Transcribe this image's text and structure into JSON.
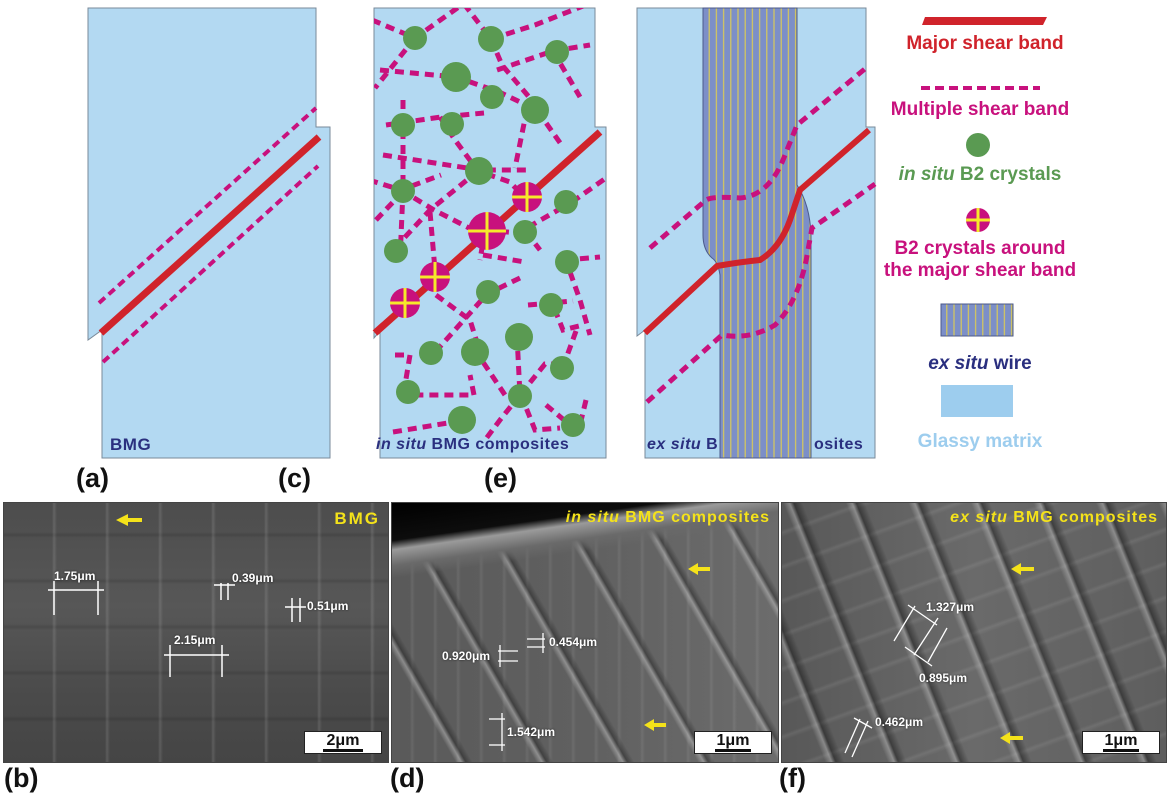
{
  "figure": {
    "panels": {
      "a": {
        "label": "(a)",
        "caption_in_box": "BMG"
      },
      "c": {
        "label": "(c)",
        "caption_in_box_italic": "in situ",
        "caption_in_box_rest": " BMG composites"
      },
      "e": {
        "label": "(e)",
        "caption_in_box_italic": "ex situ",
        "caption_in_box_left": " B",
        "caption_in_box_right": "osites"
      },
      "b": {
        "label": "(b)",
        "title": "BMG",
        "scale_bar": "2μm",
        "measurements": [
          "1.75μm",
          "0.39μm",
          "0.51μm",
          "2.15μm"
        ]
      },
      "d": {
        "label": "(d)",
        "title_italic": "in situ",
        "title_rest": " BMG composites",
        "scale_bar": "1μm",
        "measurements": [
          "0.920μm",
          "0.454μm",
          "1.542μm"
        ]
      },
      "f": {
        "label": "(f)",
        "title_italic": "ex situ",
        "title_rest": " BMG composites",
        "scale_bar": "1μm",
        "measurements": [
          "1.327μm",
          "0.895μm",
          "0.462μm"
        ]
      }
    },
    "legend": {
      "major_shear_band": "Major shear band",
      "multiple_shear_band": "Multiple shear band",
      "in_situ_b2_italic": "in situ",
      "in_situ_b2_rest": " B2 crystals",
      "b2_around_line1": "B2 crystals around",
      "b2_around_line2": "the major shear band",
      "ex_situ_wire_italic": "ex situ",
      "ex_situ_wire_rest": "  wire",
      "glassy_matrix": "Glassy matrix"
    },
    "colors": {
      "glassy_matrix": "#b3d9f2",
      "major_shear_band": "#d0232b",
      "multiple_shear_band": "#c8117d",
      "b2_crystal": "#5a9a52",
      "b2_cross": "#f6e92a",
      "wire": "#7c8fc8",
      "wire_stripe": "#d8c95a",
      "text_navy": "#2a2f7f",
      "legend_glassy_text": "#9dcdee",
      "sem_annotation": "#f4e21a"
    }
  }
}
